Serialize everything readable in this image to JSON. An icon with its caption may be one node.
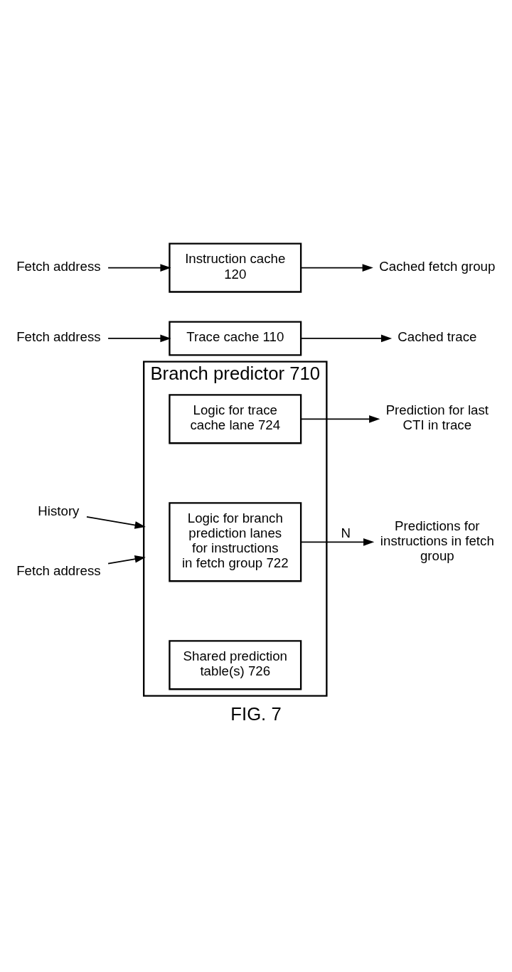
{
  "diagram": {
    "caption": "FIG. 7",
    "nodes": [
      {
        "text": [
          "Branch predictor 710"
        ]
      },
      {
        "text": [
          "Shared prediction table(s) 726"
        ],
        "in": 0
      },
      {
        "text": [
          "Logic for branch prediction lanes for instructions in fetch group 722"
        ],
        "in": 0
      },
      {
        "text": [
          "Logic for trace cache lane 724"
        ],
        "in": 0
      },
      {
        "text": [
          "History"
        ]
      },
      {
        "text": [
          "Fetch address"
        ]
      },
      {
        "text": [
          "Predictions for instructions in fetch group"
        ]
      },
      {
        "text": [
          "Prediction for last CTI in trace"
        ]
      },
      {
        "text": [
          "Fetch address"
        ]
      },
      {
        "text": [
          "Trace cache 110"
        ]
      },
      {
        "text": [
          "Cached trace"
        ]
      },
      {
        "text": [
          "Fetch address"
        ]
      },
      {
        "text": [
          "Instruction cache 120"
        ]
      },
      {
        "text": [
          "Cached fetch group"
        ]
      }
    ],
    "edges": [
      {
        "from": 4,
        "to": 0,
        "arrow": "to"
      },
      {
        "from": 5,
        "to": 0,
        "arrow": "to"
      },
      {
        "from": 2,
        "to": 6,
        "arrow": "to",
        "label": "N"
      },
      {
        "from": 3,
        "to": 7,
        "arrow": "to"
      },
      {
        "from": 8,
        "to": 9,
        "arrow": "to"
      },
      {
        "from": 9,
        "to": 10,
        "arrow": "to"
      },
      {
        "from": 11,
        "to": 12,
        "arrow": "to"
      },
      {
        "from": 12,
        "to": 13,
        "arrow": "to"
      }
    ]
  }
}
